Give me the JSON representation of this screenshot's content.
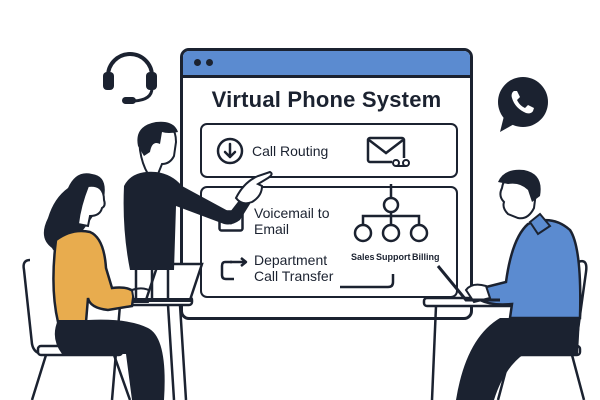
{
  "app": {
    "window_title": "Virtual Phone System",
    "title_bar_color": "#5b8bd0"
  },
  "features": [
    {
      "label": "Call Routing",
      "icon": "arrow-down-circle-icon"
    },
    {
      "label": "Voicemail to Email",
      "line1": "Voicemail to",
      "line2": "Email",
      "icon": "envelope-icon"
    },
    {
      "label": "Department Call Transfer",
      "line1": "Department",
      "line2": "Call Transfer",
      "icon": "transfer-arrow-icon"
    }
  ],
  "voicemail_icon": "envelope-voicemail-icon",
  "org_chart": {
    "departments": [
      "Sales",
      "Support",
      "Billing"
    ]
  },
  "decorative_icons": [
    "headset-icon",
    "phone-chat-bubble-icon"
  ],
  "people": [
    {
      "role": "woman-at-laptop",
      "shirt_color": "#e8ac4e"
    },
    {
      "role": "presenter-pointing",
      "shirt_color": "#1b2230"
    },
    {
      "role": "man-at-laptop",
      "shirt_color": "#5b8bd0"
    }
  ],
  "colors": {
    "ink": "#1b2230",
    "blue": "#5b8bd0",
    "yellow": "#e8ac4e",
    "background": "#ffffff"
  }
}
